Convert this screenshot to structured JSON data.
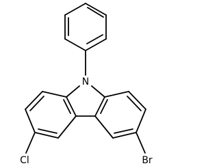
{
  "molecule": {
    "atoms": {
      "nitrogen": "N",
      "chlorine": "Cl",
      "bromine": "Br"
    }
  }
}
